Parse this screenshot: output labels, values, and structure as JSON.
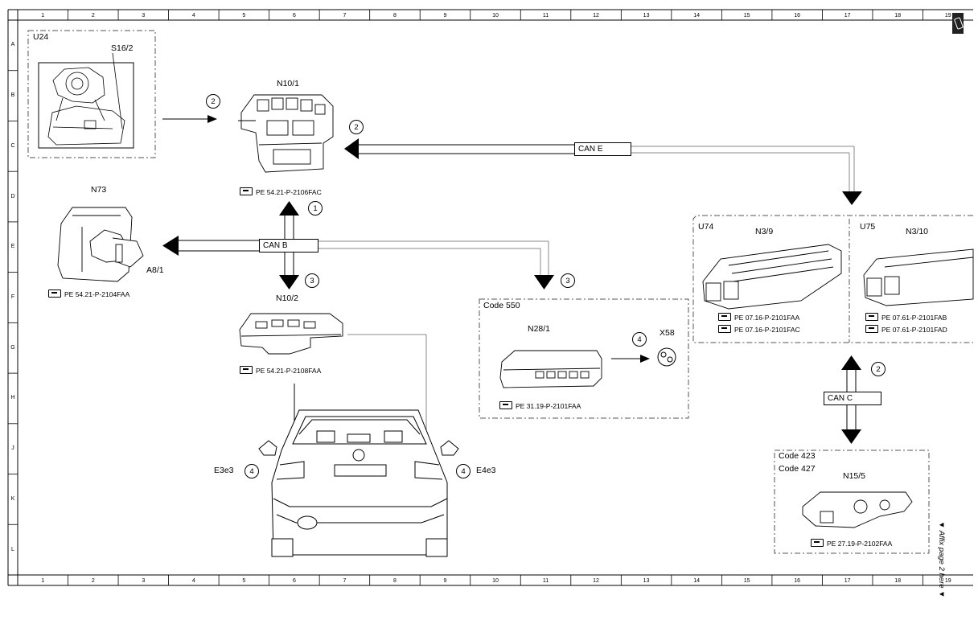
{
  "sheet": {
    "columns": [
      "1",
      "2",
      "3",
      "4",
      "5",
      "6",
      "7",
      "8",
      "9",
      "10",
      "11",
      "12",
      "13",
      "14",
      "15",
      "16",
      "17",
      "18",
      "19"
    ],
    "rows": [
      "A",
      "B",
      "C",
      "D",
      "E",
      "F",
      "G",
      "H",
      "J",
      "K",
      "L"
    ],
    "affix_text": "▼ Affix page 2 here ▼"
  },
  "groups": {
    "u24": {
      "title": "U24",
      "component": "S16/2"
    },
    "code550": {
      "title": "Code 550"
    },
    "u74": {
      "title": "U74"
    },
    "u75": {
      "title": "U75"
    },
    "code423": {
      "line1": "Code 423",
      "line2": "Code 427"
    }
  },
  "components": {
    "n10_1": {
      "label": "N10/1",
      "ref": "PE 54.21-P-2106FAC"
    },
    "n73": {
      "label": "N73",
      "ref": "PE 54.21-P-2104FAA",
      "sub": "A8/1"
    },
    "n10_2": {
      "label": "N10/2",
      "ref": "PE 54.21-P-2108FAA"
    },
    "n28_1": {
      "label": "N28/1",
      "ref": "PE 31.19-P-2101FAA"
    },
    "x58": {
      "label": "X58"
    },
    "n3_9": {
      "label": "N3/9",
      "ref1": "PE 07.16-P-2101FAA",
      "ref2": "PE 07.16-P-2101FAC"
    },
    "n3_10": {
      "label": "N3/10",
      "ref1": "PE 07.61-P-2101FAB",
      "ref2": "PE 07.61-P-2101FAD"
    },
    "n15_5": {
      "label": "N15/5",
      "ref": "PE 27.19-P-2102FAA"
    },
    "e3e3": {
      "label": "E3e3"
    },
    "e4e3": {
      "label": "E4e3"
    }
  },
  "buses": {
    "can_e": "CAN E",
    "can_b": "CAN B",
    "can_c": "CAN C"
  },
  "callouts": {
    "c1": "2",
    "c2": "2",
    "c3": "1",
    "c4": "3",
    "c5": "3",
    "c6": "4",
    "c7": "2",
    "c8": "4",
    "c9": "4"
  }
}
